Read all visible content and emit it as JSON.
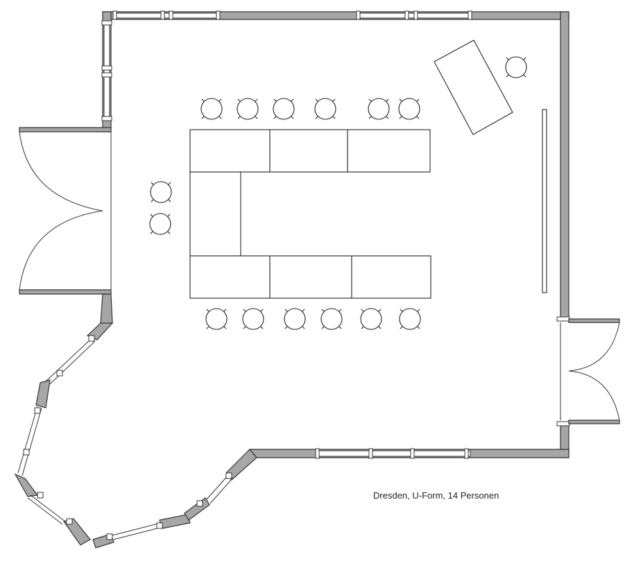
{
  "caption": "Dresden, U-Form, 14 Personen",
  "plan": {
    "layout": "U-Form",
    "seats": 14,
    "tables": 7,
    "doors": 2,
    "wall_color": "#a6a6a6",
    "line_color": "#333333"
  }
}
